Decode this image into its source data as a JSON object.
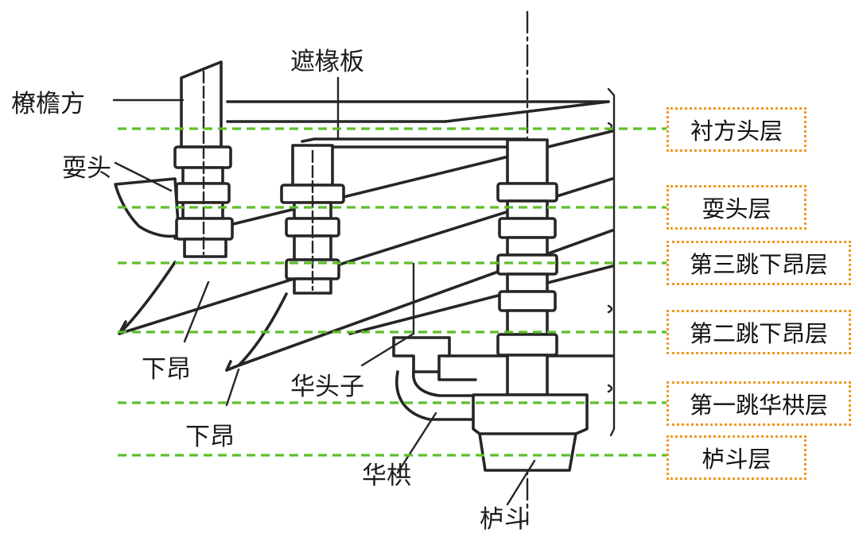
{
  "colors": {
    "guide_line": "#5cbf2a",
    "box_border": "#f0971f",
    "ink": "#262626"
  },
  "component_labels": {
    "liaoyanfang": "橑檐方",
    "zheyuanban": "遮椽板",
    "shuatou": "耍头",
    "xiaang_upper": "下昂",
    "xiaang_lower": "下昂",
    "huatouzi": "华头子",
    "huagong": "华栱",
    "ludou": "栌斗"
  },
  "layers": [
    "衬方头层",
    "耍头层",
    "第三跳下昂层",
    "第二跳下昂层",
    "第一跳华栱层",
    "栌斗层"
  ]
}
